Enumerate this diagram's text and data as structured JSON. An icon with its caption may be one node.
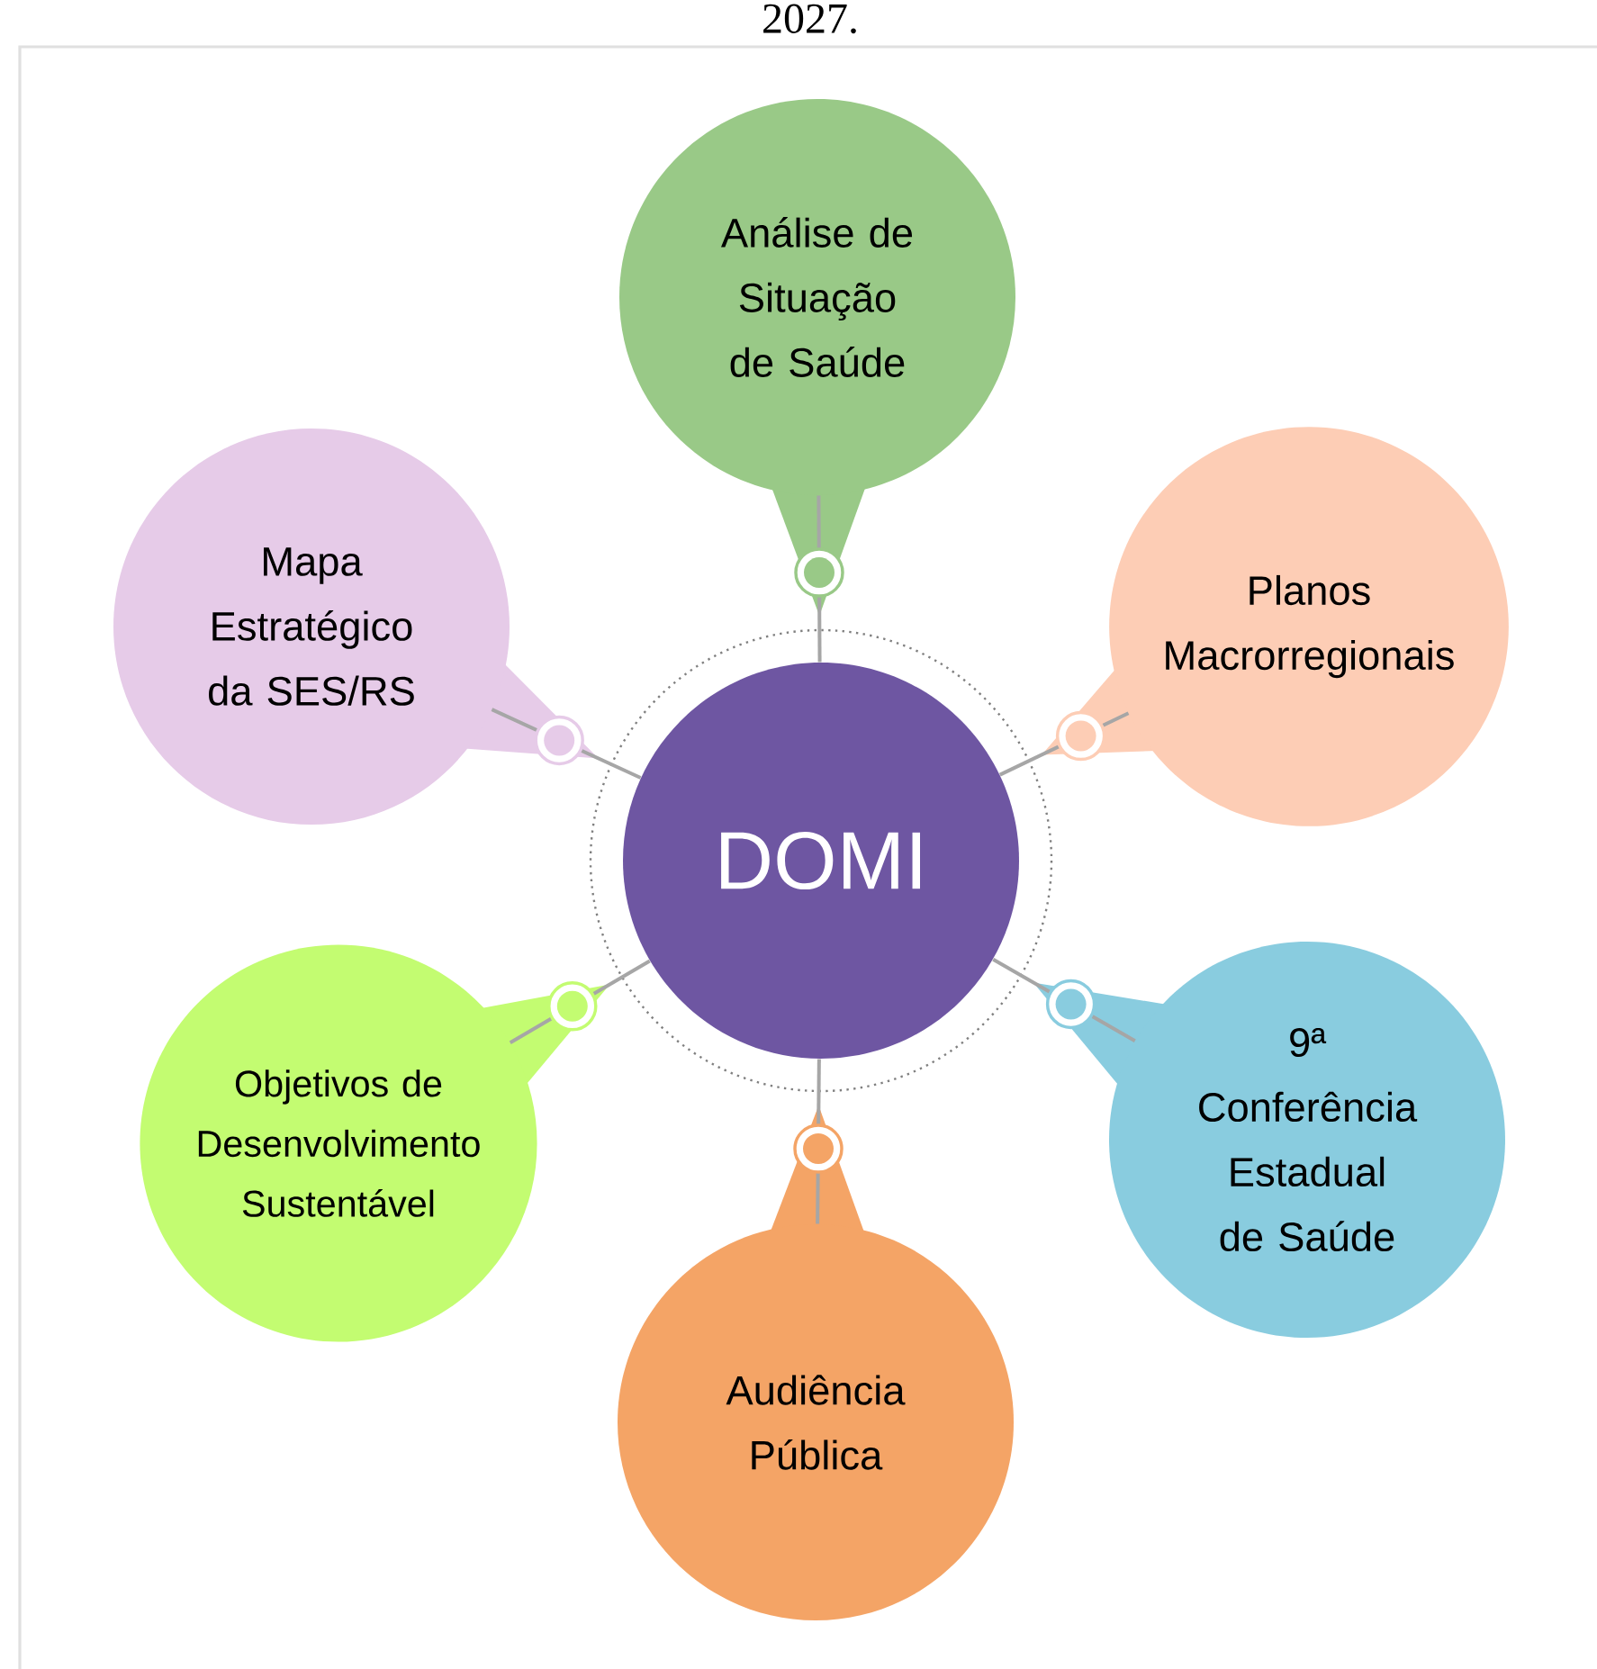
{
  "diagram": {
    "nodes": [
      {
        "text": [
          "DOMI"
        ]
      },
      {
        "text": [
          "Análise de Situação de Saúde"
        ]
      },
      {
        "text": [
          "Mapa Estratégico da SES/RS"
        ]
      },
      {
        "text": [
          "Planos Macrorregionais"
        ]
      },
      {
        "text": [
          "Objetivos de Desenvolvimento Sustentável"
        ]
      },
      {
        "text": [
          "9ª Conferência Estadual de Saúde"
        ]
      },
      {
        "text": [
          "Audiência Pública"
        ]
      }
    ],
    "edges": [
      {
        "from": 0,
        "to": 1,
        "arrow": "none"
      },
      {
        "from": 0,
        "to": 2,
        "arrow": "none"
      },
      {
        "from": 0,
        "to": 3,
        "arrow": "none"
      },
      {
        "from": 0,
        "to": 4,
        "arrow": "none"
      },
      {
        "from": 0,
        "to": 5,
        "arrow": "none"
      },
      {
        "from": 0,
        "to": 6,
        "arrow": "none"
      }
    ],
    "labels": [
      "2027."
    ]
  }
}
